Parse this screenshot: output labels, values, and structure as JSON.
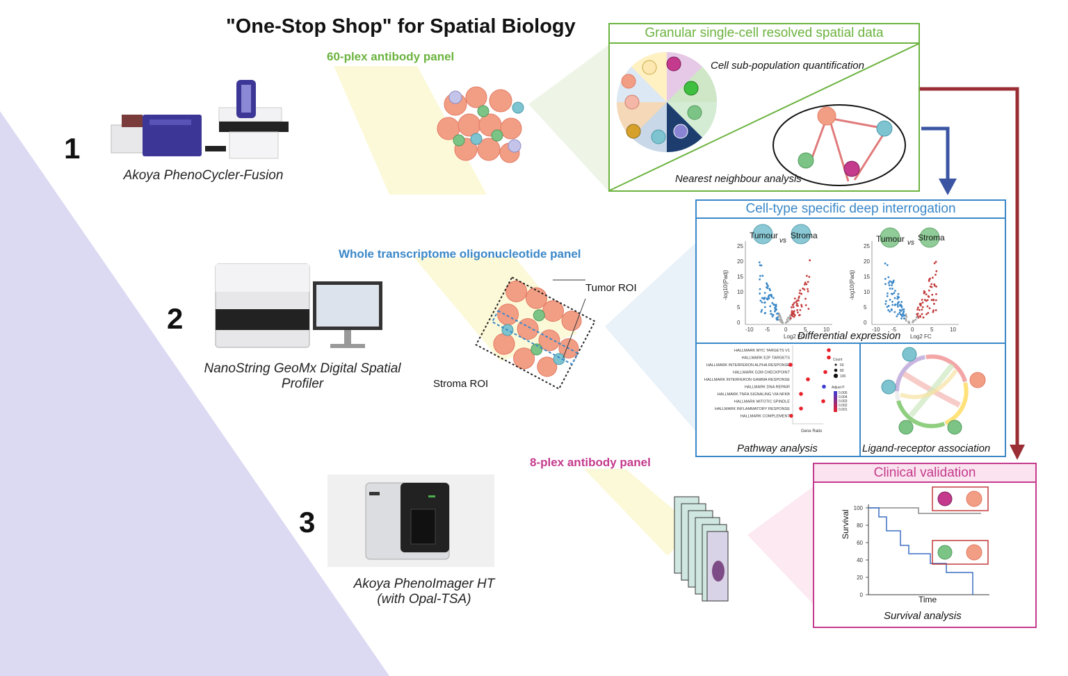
{
  "title": "\"One-Stop Shop\" for Spatial Biology",
  "colors": {
    "green": "#6cb33f",
    "blue": "#3a87c8",
    "magenta": "#c43a8d",
    "darkred": "#9b2d35",
    "navy": "#3b55a3",
    "lavender": "#dcd9f2"
  },
  "steps": [
    {
      "number": "1",
      "device": "Akoya PhenoCycler-Fusion",
      "panel": "60-plex antibody panel"
    },
    {
      "number": "2",
      "device": "NanoString GeoMx Digital Spatial Profiler",
      "panel": "Whole transcriptome oligonucleotide panel"
    },
    {
      "number": "3",
      "device_line1": "Akoya PhenoImager HT",
      "device_line2": "(with Opal-TSA)",
      "panel": "8-plex antibody panel"
    }
  ],
  "step2_device_line1": "NanoString GeoMx Digital Spatial",
  "step2_device_line2": "Profiler",
  "roi": {
    "tumor": "Tumor ROI",
    "stroma": "Stroma ROI"
  },
  "granular_box": {
    "header": "Granular single-cell resolved spatial data",
    "label_top": "Cell sub-population quantification",
    "label_bottom": "Nearest neighbour analysis"
  },
  "deep_box": {
    "header": "Cell-type specific deep interrogation",
    "volcano_caption": "Differential expression",
    "volcano_left": {
      "a": "Tumour",
      "vs": "vs",
      "b": "Stroma"
    },
    "volcano_right": {
      "a": "Tumour",
      "vs": "vs",
      "b": "Stroma"
    },
    "volcano_xlabel": "Log2 FC",
    "volcano_ylabel": "-log10(Padj)",
    "volcano_yticks": [
      "25",
      "20",
      "15",
      "10",
      "5",
      "0"
    ],
    "volcano_xticks": [
      "-10",
      "-5",
      "0",
      "5",
      "10"
    ],
    "pathway_caption": "Pathway analysis",
    "pathway_terms": [
      "HALLMARK MYC TARGETS V1",
      "HALLMARK E2F TARGETS",
      "HALLMARK INTERFERON ALPHA RESPONSE",
      "HALLMARK G2M CHECKPOINT",
      "HALLMARK INTERFERON GAMMA RESPONSE",
      "HALLMARK DNA REPAIR",
      "HALLMARK TNFA SIGNALING VIA NFKB",
      "HALLMARK MITOTIC SPINDLE",
      "HALLMARK INFLAMMATORY RESPONSE",
      "HALLMARK COMPLEMENT"
    ],
    "pathway_xlabel": "Gene Ratio",
    "pathway_count_title": "Count",
    "pathway_count_values": [
      "60",
      "80",
      "100"
    ],
    "pathway_p_title": "Adjust P",
    "pathway_p_values": [
      "0.005",
      "0.004",
      "0.003",
      "0.002",
      "0.001"
    ],
    "ligand_caption": "Ligand-receptor association"
  },
  "clinical_box": {
    "header": "Clinical validation",
    "caption": "Survival analysis",
    "xlabel": "Time",
    "ylabel": "Survival",
    "yticks": [
      "100",
      "80",
      "60",
      "40",
      "20",
      "0"
    ]
  }
}
